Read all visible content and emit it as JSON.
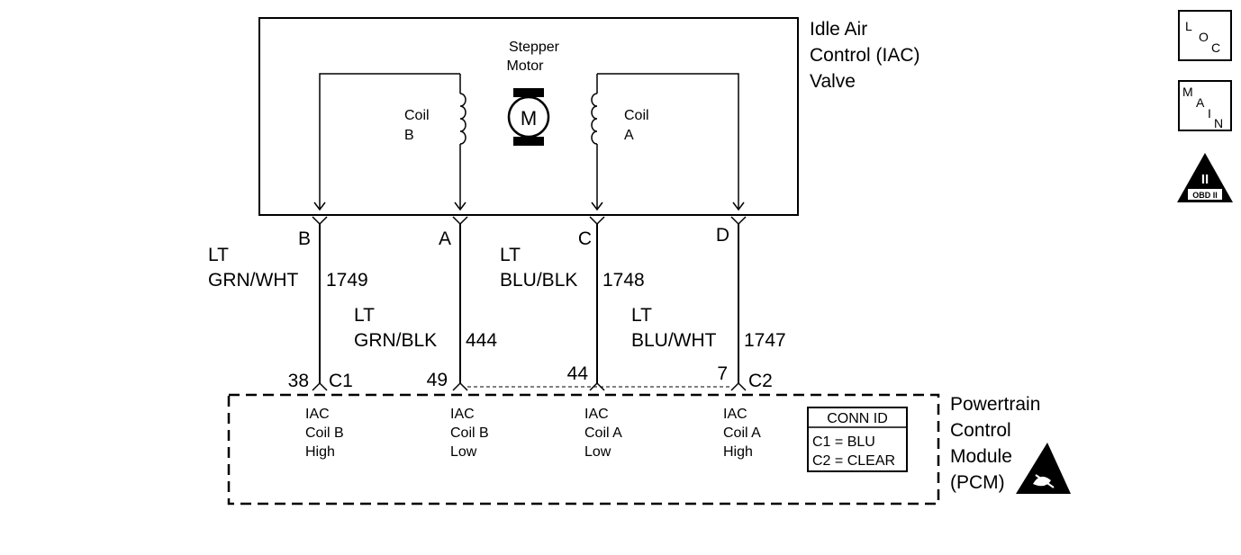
{
  "component": {
    "title_lines": [
      "Idle Air",
      "Control (IAC)",
      "Valve"
    ],
    "motor_label_lines": [
      "Stepper",
      "Motor"
    ],
    "motor_symbol": "M",
    "coil_b_lines": [
      "Coil",
      "B"
    ],
    "coil_a_lines": [
      "Coil",
      "A"
    ]
  },
  "pins": [
    {
      "id": "B",
      "label": "B"
    },
    {
      "id": "A",
      "label": "A"
    },
    {
      "id": "C",
      "label": "C"
    },
    {
      "id": "D",
      "label": "D"
    }
  ],
  "wires": [
    {
      "color_lines": [
        "LT",
        "GRN/WHT"
      ],
      "circuit": "1749"
    },
    {
      "color_lines": [
        "LT",
        "GRN/BLK"
      ],
      "circuit": "444"
    },
    {
      "color_lines": [
        "LT",
        "BLU/BLK"
      ],
      "circuit": "1748"
    },
    {
      "color_lines": [
        "LT",
        "BLU/WHT"
      ],
      "circuit": "1747"
    }
  ],
  "pcm_pins": [
    {
      "number": "38",
      "connector": "C1"
    },
    {
      "number": "49",
      "connector": ""
    },
    {
      "number": "44",
      "connector": ""
    },
    {
      "number": "7",
      "connector": "C2"
    }
  ],
  "pcm": {
    "title_lines": [
      "Powertrain",
      "Control",
      "Module",
      "(PCM)"
    ],
    "functions": [
      [
        "IAC",
        "Coil B",
        "High"
      ],
      [
        "IAC",
        "Coil B",
        "Low"
      ],
      [
        "IAC",
        "Coil A",
        "Low"
      ],
      [
        "IAC",
        "Coil A",
        "High"
      ]
    ],
    "conn_id": {
      "title": "CONN ID",
      "lines": [
        "C1 = BLU",
        "C2 = CLEAR"
      ]
    }
  },
  "badges": {
    "loc": [
      "L",
      "O",
      "C"
    ],
    "main": [
      "M",
      "A",
      "I",
      "N"
    ],
    "obd_numeral": "II",
    "obd_text": "OBD II"
  }
}
